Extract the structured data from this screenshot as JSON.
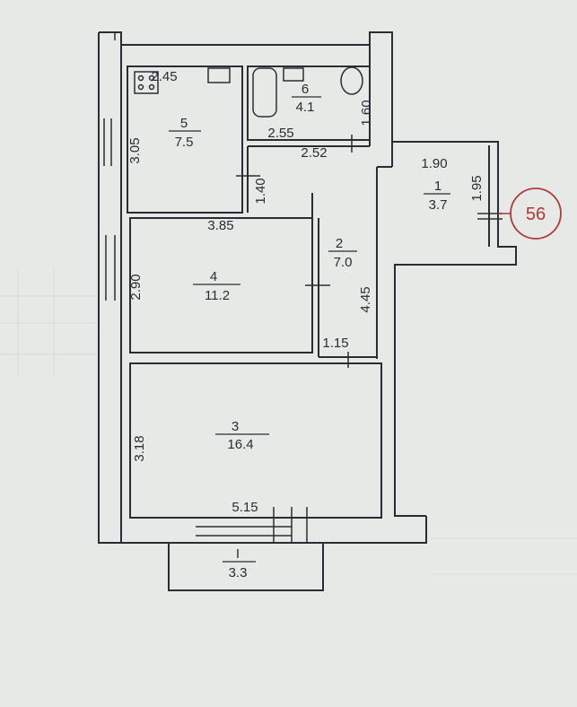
{
  "plan": {
    "rooms": [
      {
        "number": "1",
        "area": "3.7"
      },
      {
        "number": "2",
        "area": "7.0"
      },
      {
        "number": "3",
        "area": "16.4"
      },
      {
        "number": "4",
        "area": "11.2"
      },
      {
        "number": "5",
        "area": "7.5"
      },
      {
        "number": "6",
        "area": "4.1"
      },
      {
        "number": "I",
        "area": "3.3"
      }
    ],
    "dimensions": {
      "kitchen_top": "2.45",
      "kitchen_side": "3.05",
      "bath_width": "2.55",
      "bath_height": "1.60",
      "corridor_width": "2.52",
      "corridor_step": "1.40",
      "room4_width": "3.85",
      "room4_height": "2.90",
      "hall_width": "1.90",
      "hall_height": "1.95",
      "corridor_height": "4.45",
      "corridor_bottom": "1.15",
      "room3_height": "3.18",
      "room3_width": "5.15"
    },
    "apartment_number": "56"
  },
  "colors": {
    "paper": "#e6e9e6",
    "ink": "#2a2d33",
    "stamp": "#b03a3a"
  }
}
